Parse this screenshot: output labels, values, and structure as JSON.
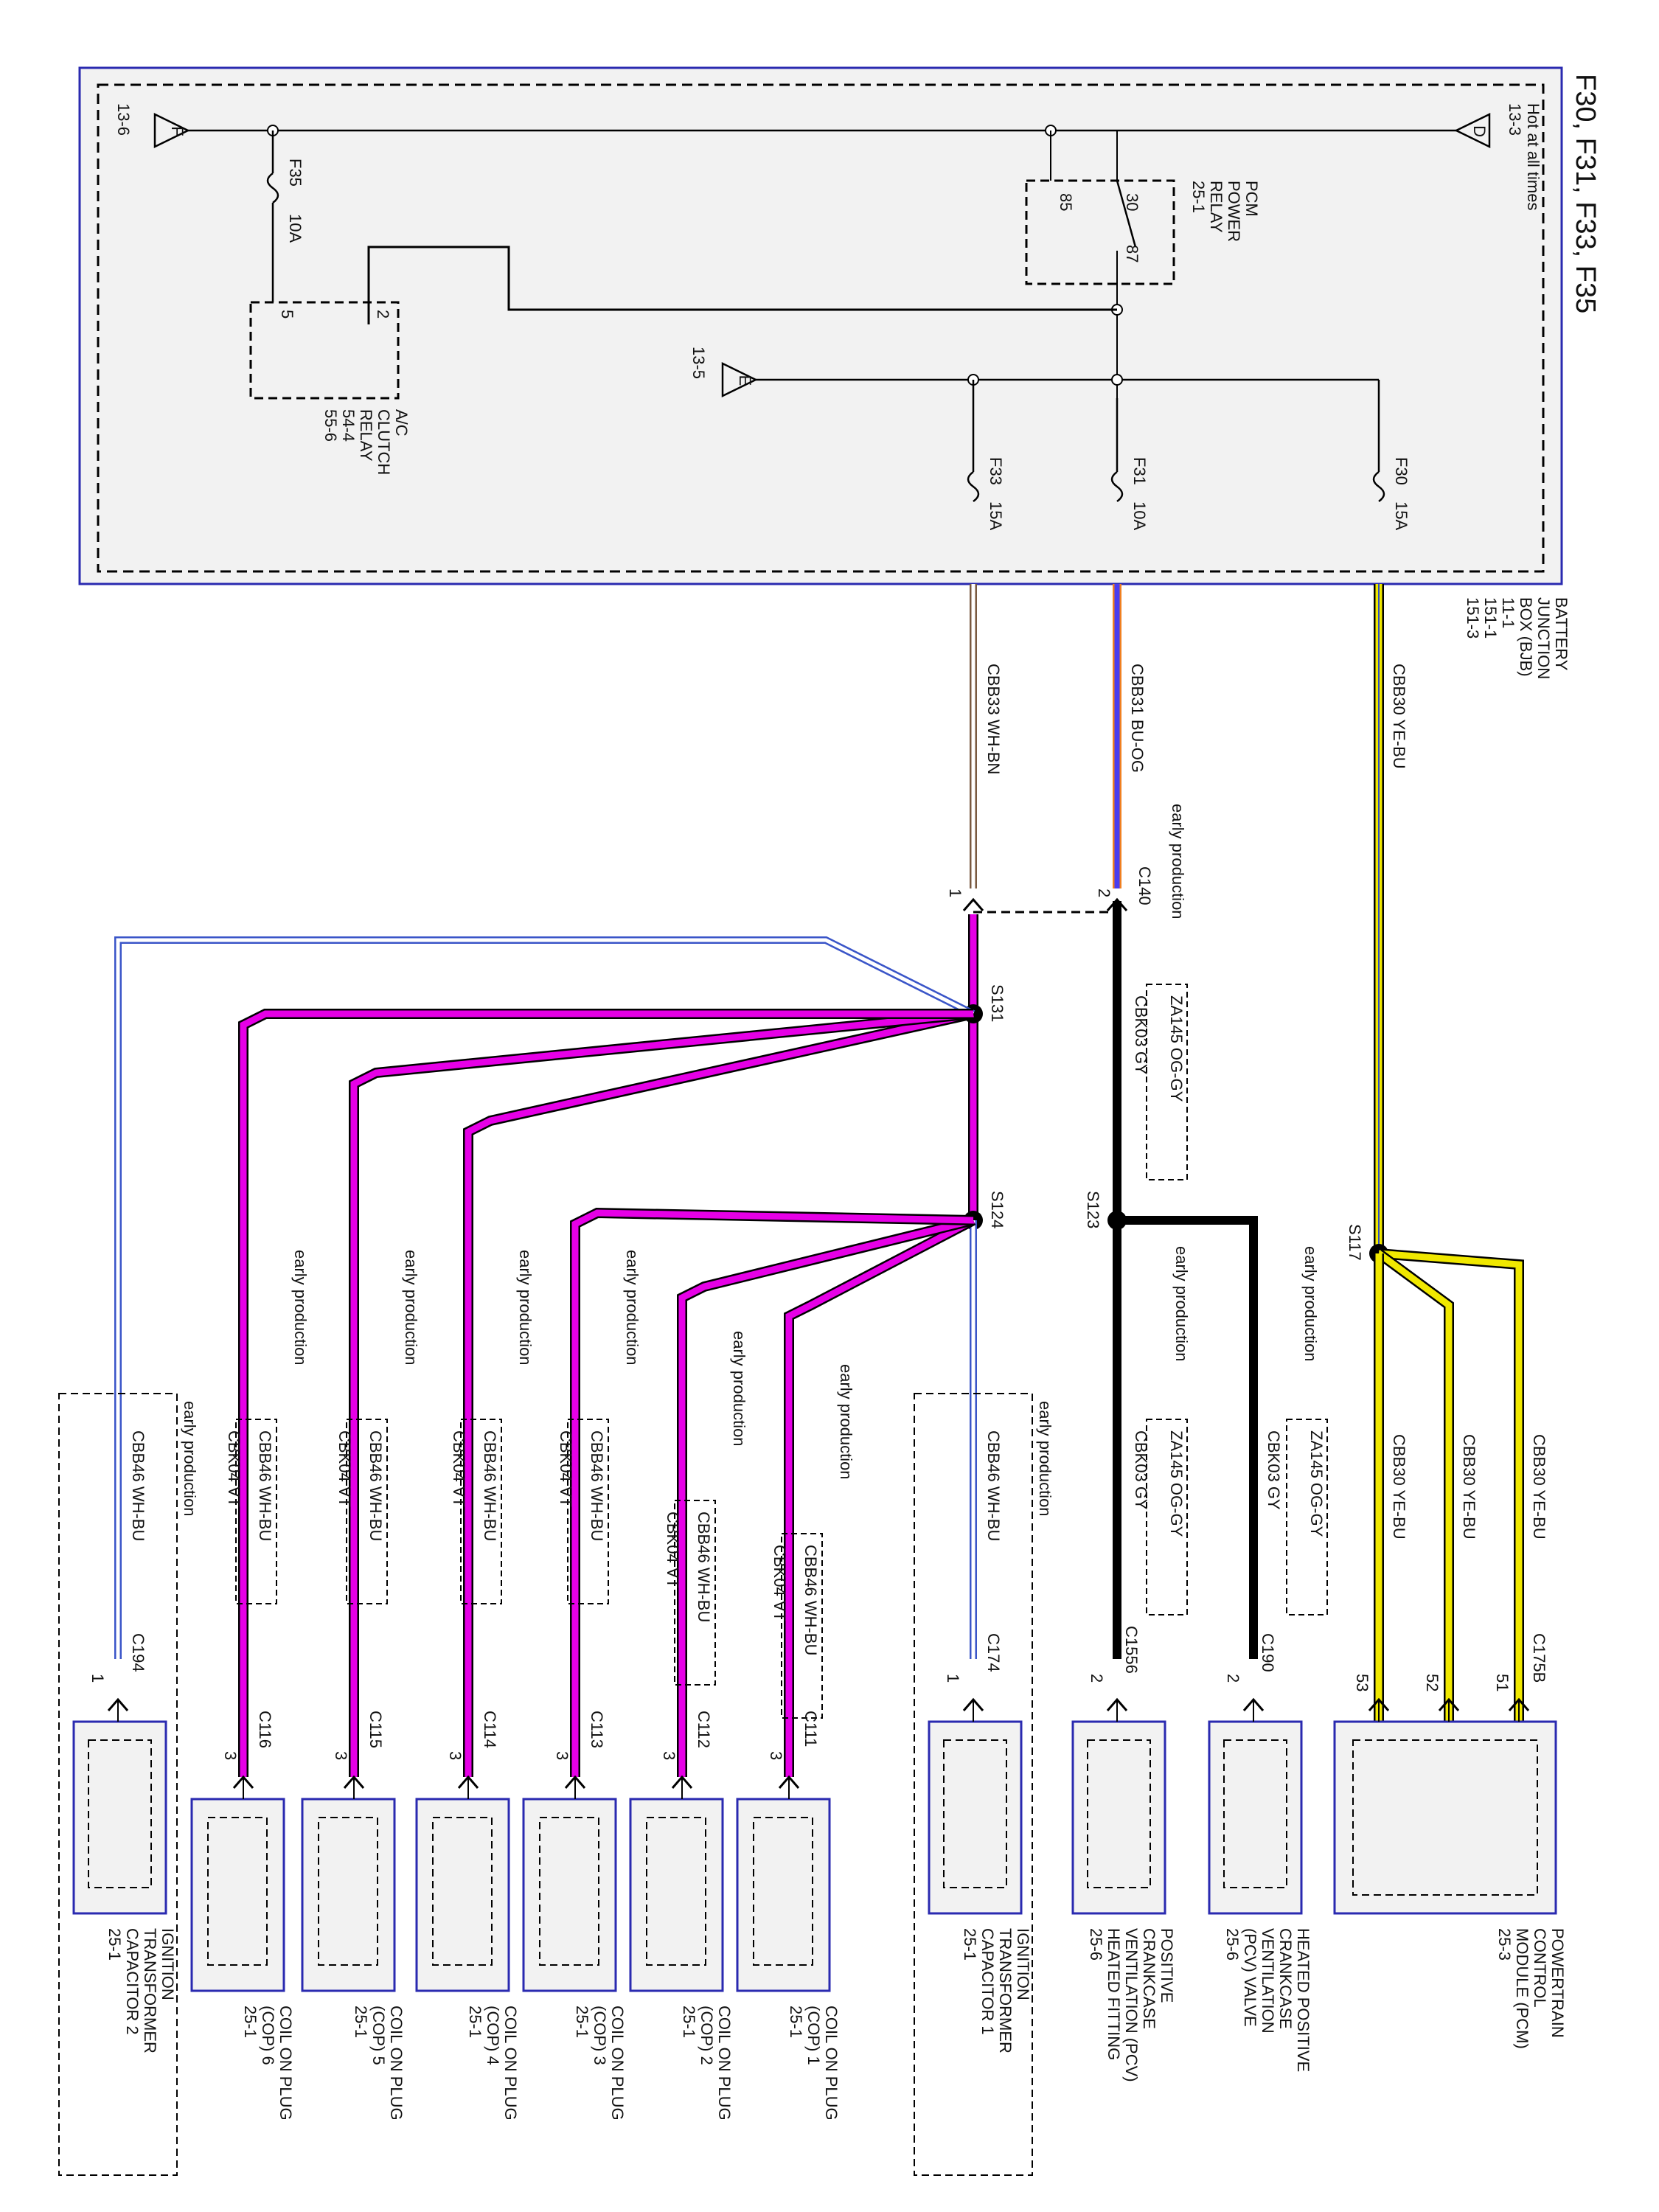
{
  "title": "F30, F31, F33, F35",
  "bjb": {
    "hot_label": "Hot at all times",
    "name_lines": [
      "BATTERY",
      "JUNCTION",
      "BOX (BJB)",
      "11-1",
      "151-1",
      "151-3"
    ],
    "ref_D": "13-3",
    "flag_D": "D",
    "ref_E": "13-5",
    "flag_E": "E",
    "ref_F": "13-6",
    "flag_F": "F",
    "pcm_relay_lines": [
      "PCM",
      "POWER",
      "RELAY",
      "25-1"
    ],
    "pcm_relay_pins": [
      "30",
      "87",
      "85"
    ],
    "ac_relay_lines": [
      "A/C",
      "CLUTCH",
      "RELAY",
      "54-4",
      "55-6"
    ],
    "ac_relay_pins": [
      "2",
      "5"
    ],
    "fuses": [
      {
        "id": "F30",
        "rating": "15A"
      },
      {
        "id": "F31",
        "rating": "10A"
      },
      {
        "id": "F33",
        "rating": "15A"
      },
      {
        "id": "F35",
        "rating": "10A"
      }
    ]
  },
  "wires": {
    "cbb30": "CBB30  YE-BU",
    "cbb31": "CBB31  BU-OG",
    "cbb33": "CBB33  WH-BN",
    "cbk03": "CBK03  GY",
    "za145": "ZA145  OG-GY",
    "cbb46": "CBB46  WH-BU",
    "cbk04": "CBK04  VT"
  },
  "note": "early production",
  "connectors": {
    "c140": "C140",
    "c140_pin_a": "2",
    "c140_pin_b": "1",
    "c175b": "C175B",
    "c190": "C190",
    "c1556": "C1556",
    "c174": "C174",
    "c194": "C194",
    "c111": "C111",
    "c112": "C112",
    "c113": "C113",
    "c114": "C114",
    "c115": "C115",
    "c116": "C116"
  },
  "splices": {
    "s117": "S117",
    "s123": "S123",
    "s124": "S124",
    "s131": "S131"
  },
  "pins": {
    "p51": "51",
    "p52": "52",
    "p53": "53",
    "p1": "1",
    "p2": "2",
    "p3": "3"
  },
  "components": {
    "pcm": [
      "POWERTRAIN",
      "CONTROL",
      "MODULE (PCM)",
      "25-3"
    ],
    "pcv_valve": [
      "HEATED POSITIVE",
      "CRANKCASE",
      "VENTILATION",
      "(PCV) VALVE",
      "25-6"
    ],
    "pcv_fitting": [
      "POSITIVE",
      "CRANKCASE",
      "VENTILATION (PCV)",
      "HEATED FITTING",
      "25-6"
    ],
    "itc1": [
      "IGNITION",
      "TRANSFORMER",
      "CAPACITOR 1",
      "25-1"
    ],
    "cop1": [
      "COIL ON PLUG",
      "(COP) 1",
      "25-1"
    ],
    "cop2": [
      "COIL ON PLUG",
      "(COP) 2",
      "25-1"
    ],
    "cop3": [
      "COIL ON PLUG",
      "(COP) 3",
      "25-1"
    ],
    "cop4": [
      "COIL ON PLUG",
      "(COP) 4",
      "25-1"
    ],
    "cop5": [
      "COIL ON PLUG",
      "(COP) 5",
      "25-1"
    ],
    "cop6": [
      "COIL ON PLUG",
      "(COP) 6",
      "25-1"
    ],
    "itc2": [
      "IGNITION",
      "TRANSFORMER",
      "CAPACITOR 2",
      "25-1"
    ]
  },
  "colors": {
    "ye_bu": "#f0e800",
    "bu_og": "#4a3df0",
    "wh_bn": "#9a7a60",
    "gy": "#000000",
    "vt": "#e600e6",
    "wh_bu": "#3a55c8",
    "box_fill": "#f2f2f2",
    "box_border": "#2a2ab0"
  }
}
